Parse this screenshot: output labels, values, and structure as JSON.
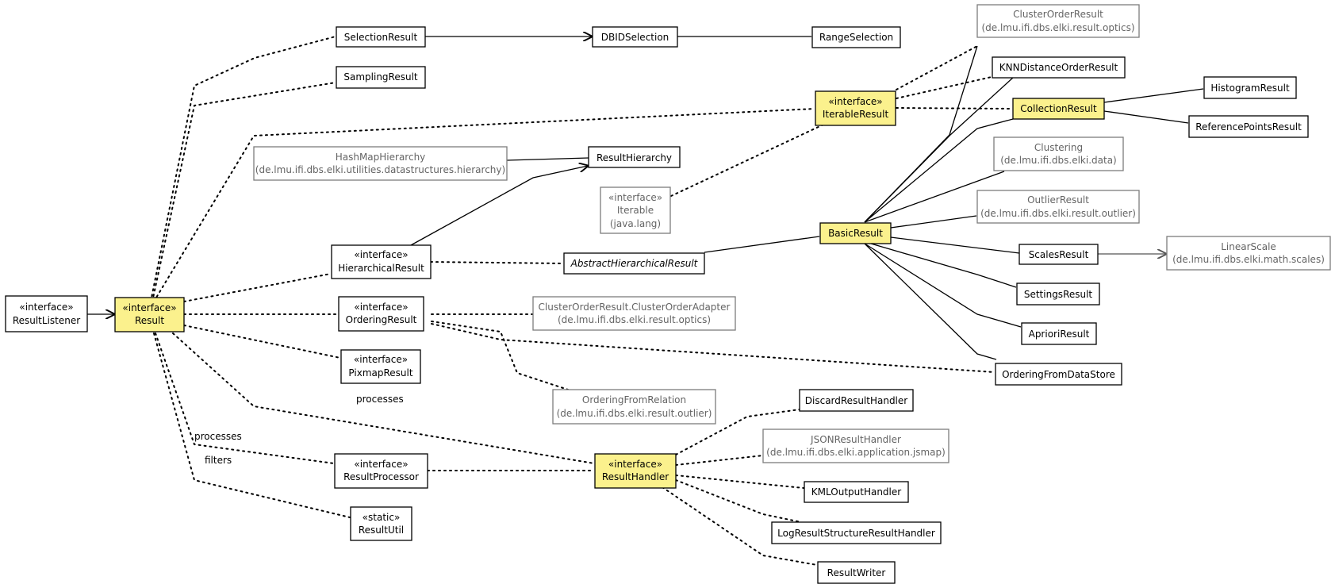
{
  "nodes": {
    "result_listener": {
      "lines": [
        "«interface»",
        "ResultListener"
      ]
    },
    "result": {
      "lines": [
        "«interface»",
        "Result"
      ]
    },
    "selection_result": {
      "lines": [
        "SelectionResult"
      ]
    },
    "sampling_result": {
      "lines": [
        "SamplingResult"
      ]
    },
    "dbid_selection": {
      "lines": [
        "DBIDSelection"
      ]
    },
    "range_selection": {
      "lines": [
        "RangeSelection"
      ]
    },
    "cluster_order_result": {
      "lines": [
        "ClusterOrderResult",
        "(de.lmu.ifi.dbs.elki.result.optics)"
      ]
    },
    "knn_distance_order_result": {
      "lines": [
        "KNNDistanceOrderResult"
      ]
    },
    "iterable_result": {
      "lines": [
        "«interface»",
        "IterableResult"
      ]
    },
    "collection_result": {
      "lines": [
        "CollectionResult"
      ]
    },
    "histogram_result": {
      "lines": [
        "HistogramResult"
      ]
    },
    "reference_points_result": {
      "lines": [
        "ReferencePointsResult"
      ]
    },
    "hashmap_hierarchy": {
      "lines": [
        "HashMapHierarchy",
        "(de.lmu.ifi.dbs.elki.utilities.datastructures.hierarchy)"
      ]
    },
    "result_hierarchy": {
      "lines": [
        "ResultHierarchy"
      ]
    },
    "clustering": {
      "lines": [
        "Clustering",
        "(de.lmu.ifi.dbs.elki.data)"
      ]
    },
    "iterable": {
      "lines": [
        "«interface»",
        "Iterable",
        "(java.lang)"
      ]
    },
    "outlier_result": {
      "lines": [
        "OutlierResult",
        "(de.lmu.ifi.dbs.elki.result.outlier)"
      ]
    },
    "basic_result": {
      "lines": [
        "BasicResult"
      ]
    },
    "hierarchical_result": {
      "lines": [
        "«interface»",
        "HierarchicalResult"
      ]
    },
    "abstract_hierarchical_result": {
      "lines": [
        "AbstractHierarchicalResult"
      ]
    },
    "scales_result": {
      "lines": [
        "ScalesResult"
      ]
    },
    "linear_scale": {
      "lines": [
        "LinearScale",
        "(de.lmu.ifi.dbs.elki.math.scales)"
      ]
    },
    "ordering_result": {
      "lines": [
        "«interface»",
        "OrderingResult"
      ]
    },
    "cluster_order_adapter": {
      "lines": [
        "ClusterOrderResult.ClusterOrderAdapter",
        "(de.lmu.ifi.dbs.elki.result.optics)"
      ]
    },
    "settings_result": {
      "lines": [
        "SettingsResult"
      ]
    },
    "pixmap_result": {
      "lines": [
        "«interface»",
        "PixmapResult"
      ]
    },
    "apriori_result": {
      "lines": [
        "AprioriResult"
      ]
    },
    "ordering_from_datastore": {
      "lines": [
        "OrderingFromDataStore"
      ]
    },
    "ordering_from_relation": {
      "lines": [
        "OrderingFromRelation",
        "(de.lmu.ifi.dbs.elki.result.outlier)"
      ]
    },
    "discard_result_handler": {
      "lines": [
        "DiscardResultHandler"
      ]
    },
    "json_result_handler": {
      "lines": [
        "JSONResultHandler",
        "(de.lmu.ifi.dbs.elki.application.jsmap)"
      ]
    },
    "result_processor": {
      "lines": [
        "«interface»",
        "ResultProcessor"
      ]
    },
    "result_handler": {
      "lines": [
        "«interface»",
        "ResultHandler"
      ]
    },
    "kml_output_handler": {
      "lines": [
        "KMLOutputHandler"
      ]
    },
    "result_util": {
      "lines": [
        "«static»",
        "ResultUtil"
      ]
    },
    "log_result_structure_handler": {
      "lines": [
        "LogResultStructureResultHandler"
      ]
    },
    "result_writer": {
      "lines": [
        "ResultWriter"
      ]
    }
  },
  "edge_labels": {
    "processes_1": "processes",
    "processes_2": "processes",
    "filters": "filters"
  },
  "colors": {
    "highlight": "#fbf18d",
    "external_border": "#7d7d7d",
    "external_text": "#646464"
  }
}
